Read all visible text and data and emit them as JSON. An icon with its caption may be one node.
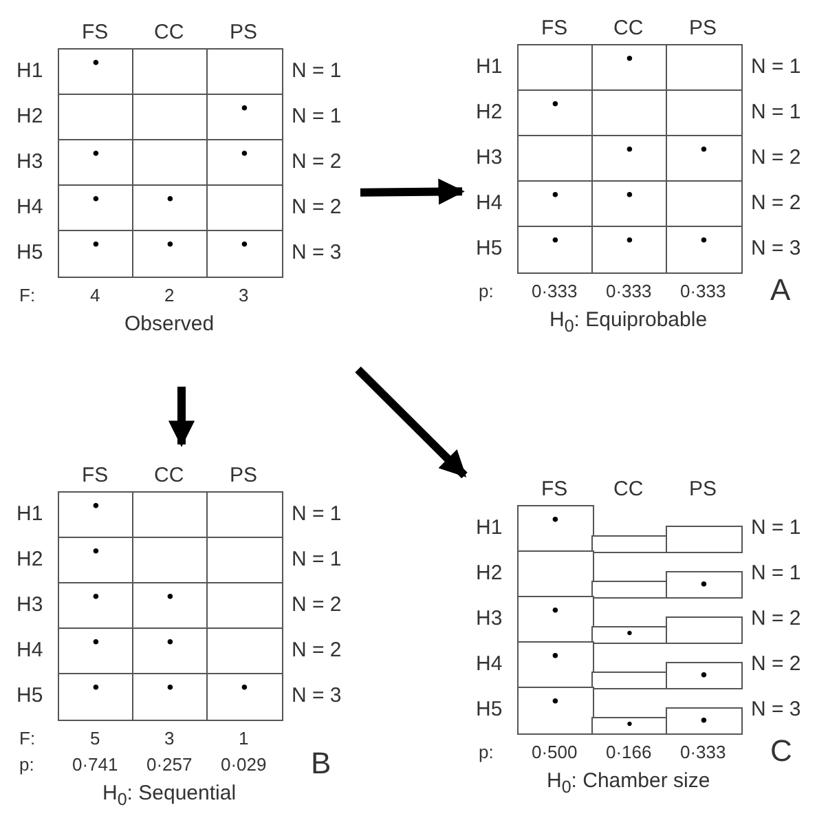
{
  "diagram": {
    "nodes": [
      {
        "text": [
          "FS",
          "CC",
          "PS",
          "H1",
          "H2",
          "H3",
          "H4",
          "H5",
          "N = 1",
          "N = 1",
          "N = 2",
          "N = 2",
          "N = 3",
          "F:",
          "4",
          "2",
          "3",
          "Observed"
        ]
      },
      {
        "text": [
          "•"
        ],
        "in": 0
      },
      {
        "text": [],
        "shape": "box",
        "in": 0
      },
      {
        "text": [],
        "shape": "box",
        "in": 0
      },
      {
        "text": [],
        "shape": "box",
        "in": 0
      },
      {
        "text": [],
        "shape": "box",
        "in": 0
      },
      {
        "text": [
          "•"
        ],
        "in": 0
      },
      {
        "text": [
          "•"
        ],
        "in": 0
      },
      {
        "text": [],
        "shape": "box",
        "in": 0
      },
      {
        "text": [
          "•"
        ],
        "in": 0
      },
      {
        "text": [
          "•"
        ],
        "in": 0
      },
      {
        "text": [
          "•"
        ],
        "in": 0
      },
      {
        "text": [],
        "shape": "box",
        "in": 0
      },
      {
        "text": [
          "•"
        ],
        "in": 0
      },
      {
        "text": [
          "•"
        ],
        "in": 0
      },
      {
        "text": [
          "•"
        ],
        "in": 0
      },
      {
        "text": [
          "FS",
          "CC",
          "PS",
          "H1",
          "H2",
          "H3",
          "H4",
          "H5",
          "N = 1",
          "N = 1",
          "N = 2",
          "N = 2",
          "N = 3",
          "p:",
          "0·333",
          "0·333",
          "0·333",
          "H$_{0}$: Equiprobable"
        ],
        "beside": [
          "A"
        ]
      },
      {
        "text": [],
        "shape": "box",
        "in": 16
      },
      {
        "text": [
          "•"
        ],
        "in": 16
      },
      {
        "text": [],
        "shape": "box",
        "in": 16
      },
      {
        "text": [
          "•"
        ],
        "in": 16
      },
      {
        "text": [],
        "shape": "box",
        "in": 16
      },
      {
        "text": [],
        "shape": "box",
        "in": 16
      },
      {
        "text": [],
        "shape": "box",
        "in": 16
      },
      {
        "text": [
          "•"
        ],
        "in": 16
      },
      {
        "text": [
          "•"
        ],
        "in": 16
      },
      {
        "text": [
          "•"
        ],
        "in": 16
      },
      {
        "text": [
          "•"
        ],
        "in": 16
      },
      {
        "text": [],
        "shape": "box",
        "in": 16
      },
      {
        "text": [
          "•"
        ],
        "in": 16
      },
      {
        "text": [
          "•"
        ],
        "in": 16
      },
      {
        "text": [
          "•"
        ],
        "in": 16
      },
      {
        "text": [
          "FS",
          "CC",
          "PS",
          "H1",
          "H2",
          "H3",
          "H4",
          "H5",
          "N = 1",
          "N = 1",
          "N = 2",
          "N = 2",
          "N = 3",
          "F:",
          "5",
          "3",
          "1",
          "p:",
          "0·741",
          "0·257",
          "0·029",
          "H$_{0}$: Sequential"
        ],
        "beside": [
          "B"
        ]
      },
      {
        "text": [
          "•"
        ],
        "in": 32
      },
      {
        "text": [],
        "shape": "box",
        "in": 32
      },
      {
        "text": [],
        "shape": "box",
        "in": 32
      },
      {
        "text": [
          "•"
        ],
        "in": 32
      },
      {
        "text": [],
        "shape": "box",
        "in": 32
      },
      {
        "text": [],
        "shape": "box",
        "in": 32
      },
      {
        "text": [
          "•"
        ],
        "in": 32
      },
      {
        "text": [
          "•"
        ],
        "in": 32
      },
      {
        "text": [],
        "shape": "box",
        "in": 32
      },
      {
        "text": [
          "•"
        ],
        "in": 32
      },
      {
        "text": [
          "•"
        ],
        "in": 32
      },
      {
        "text": [],
        "shape": "box",
        "in": 32
      },
      {
        "text": [
          "•"
        ],
        "in": 32
      },
      {
        "text": [
          "•"
        ],
        "in": 32
      },
      {
        "text": [
          "•"
        ],
        "in": 32
      },
      {
        "text": [
          "FS",
          "CC",
          "PS",
          "H1",
          "H2",
          "H3",
          "H4",
          "H5",
          "N = 1",
          "N = 1",
          "N = 2",
          "N = 2",
          "N = 3",
          "p:",
          "0·500",
          "0·166",
          "0·333",
          "H$_{0}$: Chamber size"
        ],
        "beside": [
          "C"
        ]
      },
      {
        "text": [
          "•"
        ],
        "in": 48
      },
      {
        "text": [],
        "shape": "box",
        "in": 48
      },
      {
        "text": [],
        "shape": "box",
        "in": 48
      },
      {
        "text": [],
        "shape": "box",
        "in": 48
      },
      {
        "text": [],
        "shape": "box",
        "in": 48
      },
      {
        "text": [
          "•"
        ],
        "in": 48
      },
      {
        "text": [
          "•"
        ],
        "in": 48
      },
      {
        "text": [
          "•"
        ],
        "in": 48
      },
      {
        "text": [],
        "shape": "box",
        "in": 48
      },
      {
        "text": [
          "•"
        ],
        "in": 48
      },
      {
        "text": [],
        "shape": "box",
        "in": 48
      },
      {
        "text": [
          "•"
        ],
        "in": 48
      },
      {
        "text": [
          "•"
        ],
        "in": 48
      },
      {
        "text": [
          "•"
        ],
        "in": 48
      },
      {
        "text": [
          "•"
        ],
        "in": 48
      }
    ],
    "edges": [
      {
        "from": 0,
        "to": 16,
        "arrow": "to"
      },
      {
        "from": 0,
        "to": 32,
        "arrow": "to"
      },
      {
        "from": 0,
        "to": 48,
        "arrow": "to"
      }
    ]
  }
}
